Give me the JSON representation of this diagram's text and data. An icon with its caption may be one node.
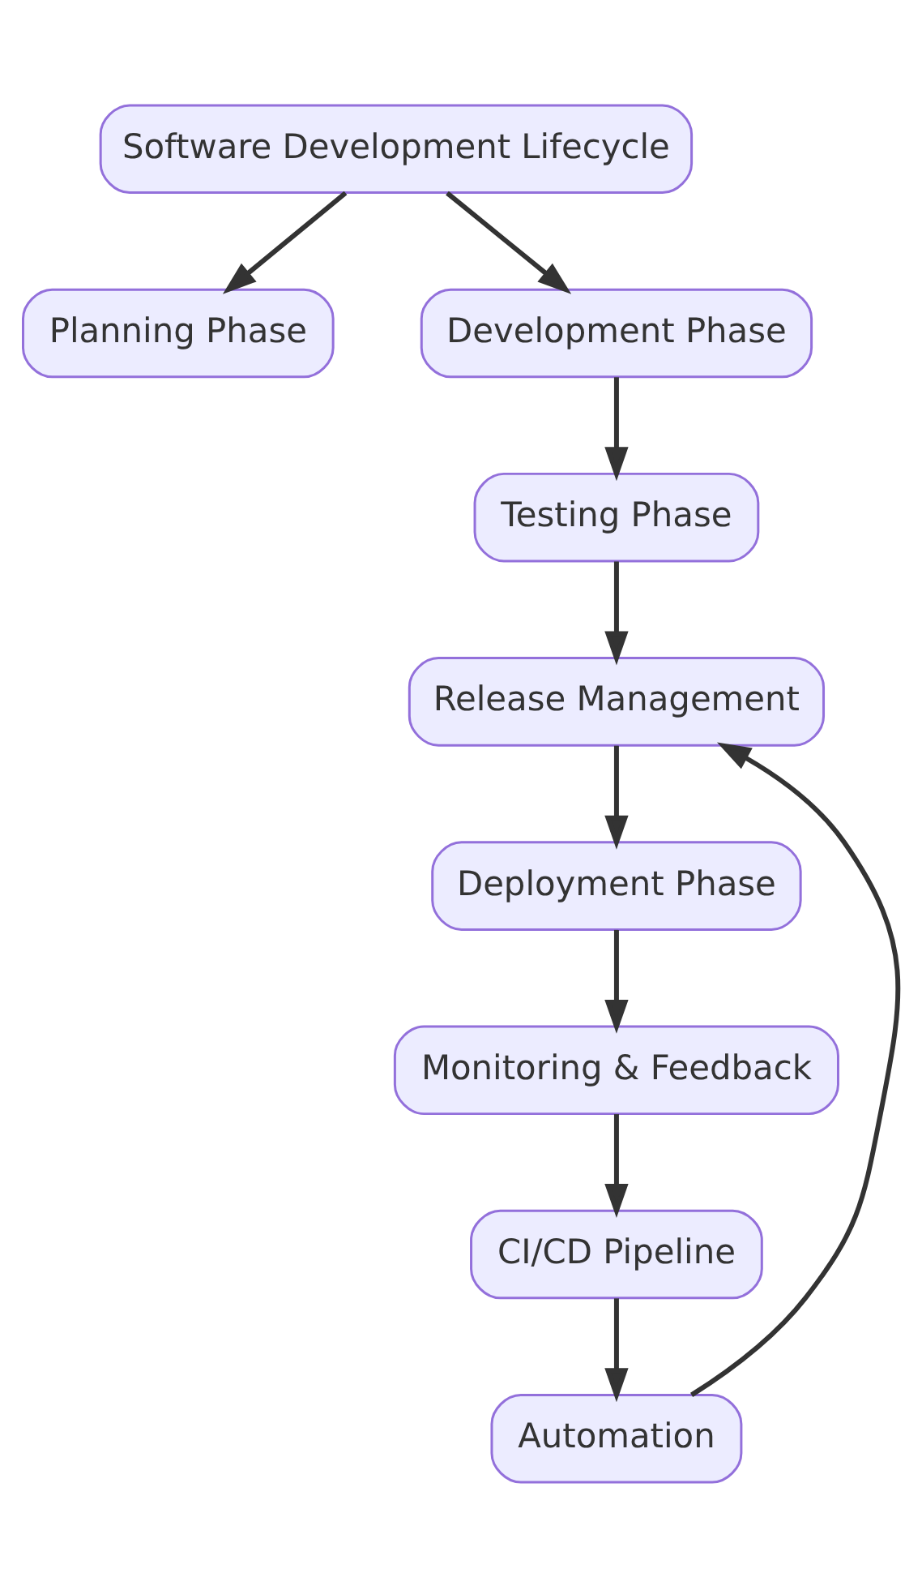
{
  "diagram": {
    "nodes": [
      {
        "text": [
          "Software Development Lifecycle"
        ]
      },
      {
        "text": [
          "Planning Phase"
        ]
      },
      {
        "text": [
          "Development Phase"
        ]
      },
      {
        "text": [
          "Testing Phase"
        ]
      },
      {
        "text": [
          "Release Management"
        ]
      },
      {
        "text": [
          "Deployment Phase"
        ]
      },
      {
        "text": [
          "Monitoring & Feedback"
        ]
      },
      {
        "text": [
          "CI/CD Pipeline"
        ]
      },
      {
        "text": [
          "Automation"
        ]
      }
    ],
    "edges": [
      {
        "from": 0,
        "to": 1,
        "arrow": "to"
      },
      {
        "from": 0,
        "to": 2,
        "arrow": "to"
      },
      {
        "from": 2,
        "to": 3,
        "arrow": "to"
      },
      {
        "from": 3,
        "to": 4,
        "arrow": "to"
      },
      {
        "from": 4,
        "to": 5,
        "arrow": "to"
      },
      {
        "from": 5,
        "to": 6,
        "arrow": "to"
      },
      {
        "from": 6,
        "to": 7,
        "arrow": "to"
      },
      {
        "from": 7,
        "to": 8,
        "arrow": "to"
      },
      {
        "from": 8,
        "to": 4,
        "arrow": "to"
      }
    ]
  }
}
